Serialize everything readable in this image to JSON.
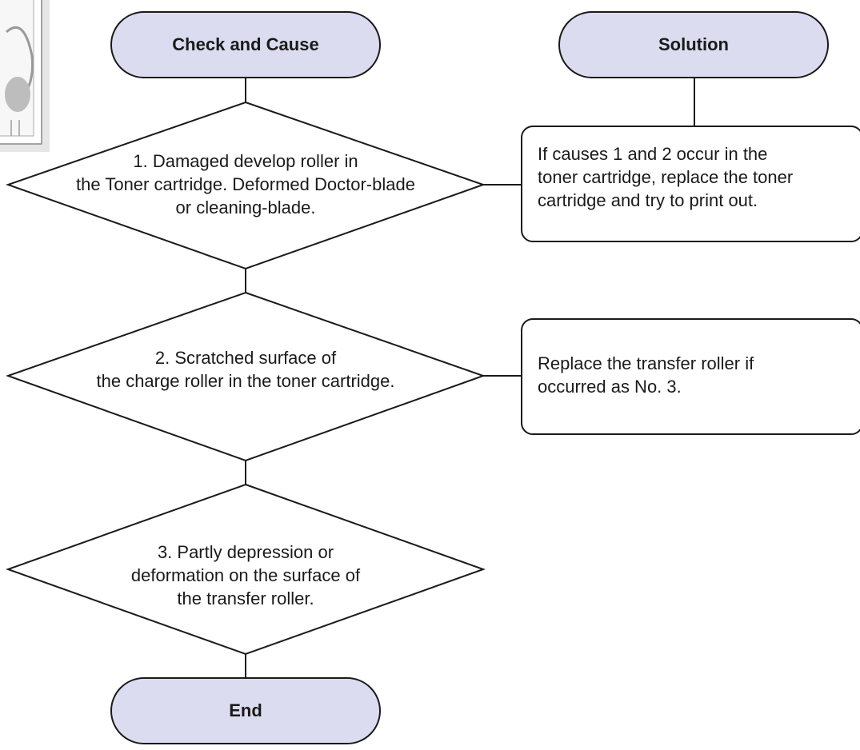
{
  "diagram": {
    "start_label": "Check and Cause",
    "solution_header": "Solution",
    "end_label": "End",
    "checks": [
      {
        "text": "1. Damaged develop roller in\nthe Toner cartridge. Deformed Doctor-blade\nor cleaning-blade."
      },
      {
        "text": "2. Scratched surface of\nthe charge roller in the toner cartridge."
      },
      {
        "text": "3. Partly depression or\ndeformation on the surface of\nthe transfer roller."
      }
    ],
    "solutions": [
      {
        "text": "If causes 1 and 2 occur in the\ntoner cartridge, replace the toner\ncartridge and try to print out."
      },
      {
        "text": "Replace the transfer roller if\noccurred as No. 3."
      }
    ],
    "colors": {
      "terminal_fill": "#dcdcf0",
      "stroke": "#1a1a1a",
      "box_fill": "#ffffff"
    }
  }
}
